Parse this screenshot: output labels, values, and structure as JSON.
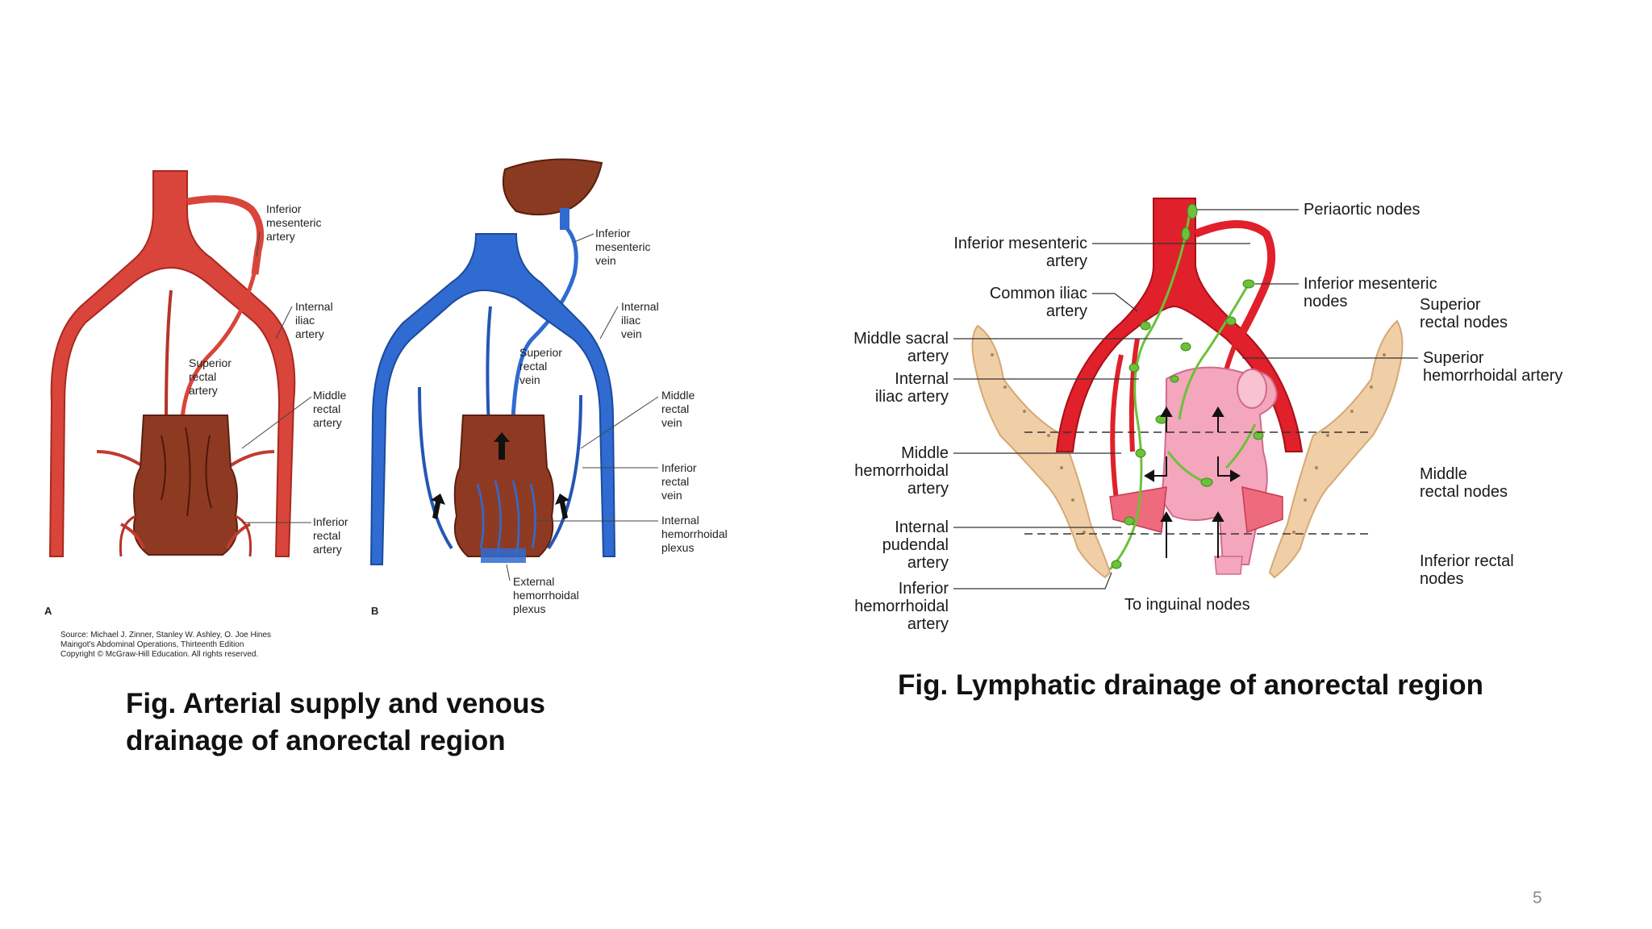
{
  "slide": {
    "page_number": "5"
  },
  "figure_left": {
    "caption_line1": "Fig. Arterial supply and venous",
    "caption_line2": "drainage of anorectal region",
    "panel_a": {
      "letter": "A",
      "inferior_mesenteric_artery": [
        "Inferior",
        "mesenteric",
        "artery"
      ],
      "internal_iliac_artery": [
        "Internal",
        "iliac",
        "artery"
      ],
      "superior_rectal_artery": [
        "Superior",
        "rectal",
        "artery"
      ],
      "middle_rectal_artery": [
        "Middle",
        "rectal",
        "artery"
      ],
      "inferior_rectal_artery": [
        "Inferior",
        "rectal",
        "artery"
      ]
    },
    "panel_b": {
      "letter": "B",
      "inferior_mesenteric_vein": [
        "Inferior",
        "mesenteric",
        "vein"
      ],
      "internal_iliac_vein": [
        "Internal",
        "iliac",
        "vein"
      ],
      "superior_rectal_vein": [
        "Superior",
        "rectal",
        "vein"
      ],
      "middle_rectal_vein": [
        "Middle",
        "rectal",
        "vein"
      ],
      "inferior_rectal_vein": [
        "Inferior",
        "rectal",
        "vein"
      ],
      "internal_hemorrhoidal_plexus": [
        "Internal",
        "hemorrhoidal",
        "plexus"
      ],
      "external_hemorrhoidal_plexus": [
        "External",
        "hemorrhoidal",
        "plexus"
      ]
    },
    "source": [
      "Source: Michael J. Zinner, Stanley W. Ashley, O. Joe Hines",
      "Maingot's Abdominal Operations, Thirteenth Edition",
      "Copyright © McGraw-Hill Education. All rights reserved."
    ]
  },
  "figure_right": {
    "caption": "Fig. Lymphatic drainage of anorectal region",
    "left_labels": {
      "inferior_mesenteric_artery": [
        "Inferior mesenteric",
        "artery"
      ],
      "common_iliac_artery": [
        "Common iliac",
        "artery"
      ],
      "middle_sacral_artery": [
        "Middle sacral",
        "artery"
      ],
      "internal_iliac_artery": [
        "Internal",
        "iliac artery"
      ],
      "middle_hemorrhoidal_artery": [
        "Middle",
        "hemorrhoidal",
        "artery"
      ],
      "internal_pudendal_artery": [
        "Internal",
        "pudendal",
        "artery"
      ],
      "inferior_hemorrhoidal_artery": [
        "Inferior",
        "hemorrhoidal",
        "artery"
      ]
    },
    "right_labels": {
      "periaortic_nodes": "Periaortic nodes",
      "inferior_mesenteric_nodes": [
        "Inferior mesenteric",
        "nodes"
      ],
      "superior_rectal_nodes": [
        "Superior",
        "rectal nodes"
      ],
      "superior_hemorrhoidal_artery": [
        "Superior",
        "hemorrhoidal artery"
      ],
      "middle_rectal_nodes": [
        "Middle",
        "rectal nodes"
      ],
      "inferior_rectal_nodes": [
        "Inferior rectal",
        "nodes"
      ]
    },
    "bottom_label": "To inguinal nodes"
  },
  "colors": {
    "artery": "#d9453a",
    "artery_dark": "#a8281f",
    "vein": "#2f6bd1",
    "rectum": "#8e3a23",
    "liver": "#8b3a22",
    "lymph_artery": "#e0202a",
    "rectum_pink": "#f4a6bd",
    "lymph_green": "#6cc13a",
    "bone": "#f1cfa6"
  }
}
